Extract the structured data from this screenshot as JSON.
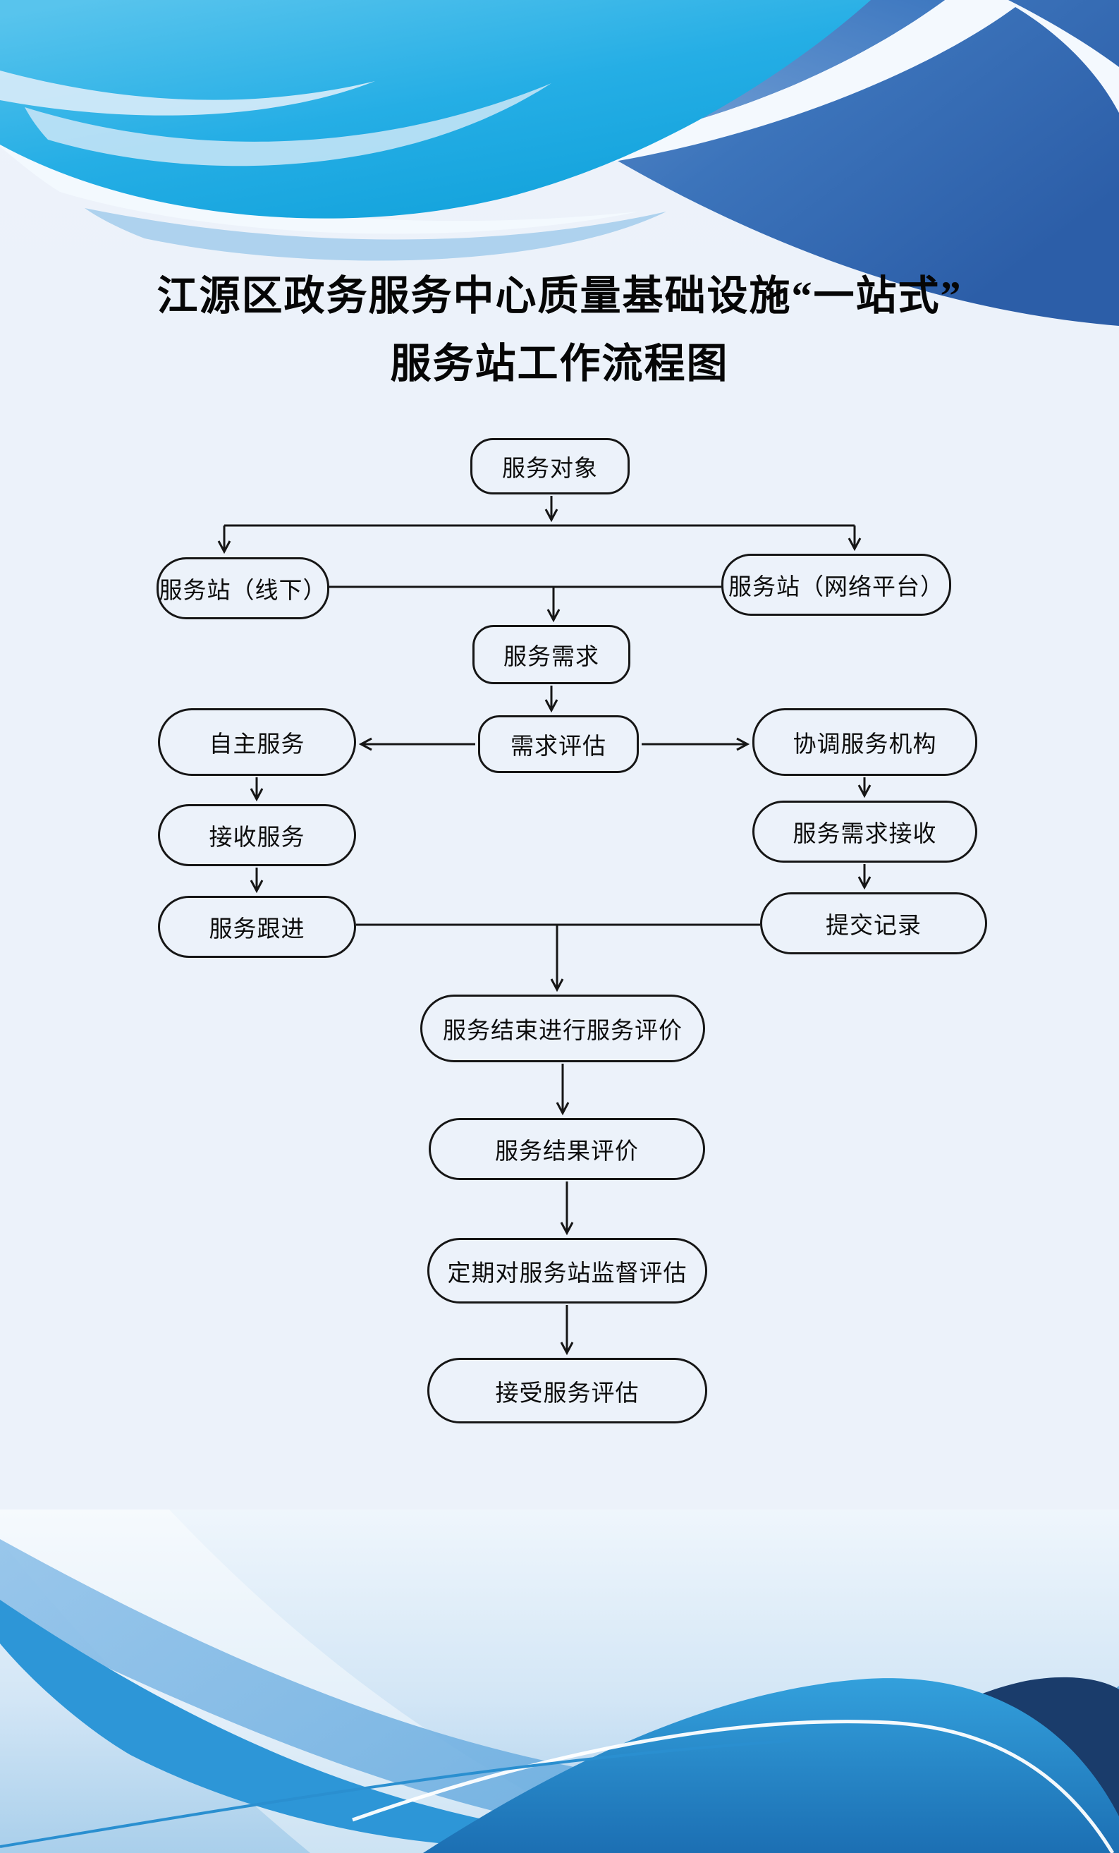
{
  "title": {
    "line1": "江源区政务服务中心质量基础设施“一站式”",
    "line2": "服务站工作流程图"
  },
  "flowchart": {
    "nodes": {
      "serviceTarget": {
        "label": "服务对象"
      },
      "stationOffline": {
        "label": "服务站（线下）"
      },
      "stationOnline": {
        "label": "服务站（网络平台）"
      },
      "serviceDemand": {
        "label": "服务需求"
      },
      "demandEvaluation": {
        "label": "需求评估"
      },
      "selfService": {
        "label": "自主服务"
      },
      "coordinateOrg": {
        "label": "协调服务机构"
      },
      "receiveService": {
        "label": "接收服务"
      },
      "demandReceive": {
        "label": "服务需求接收"
      },
      "serviceFollowup": {
        "label": "服务跟进"
      },
      "submitRecord": {
        "label": "提交记录"
      },
      "serviceEndEvaluation": {
        "label": "服务结束进行服务评价"
      },
      "serviceResultEvaluation": {
        "label": "服务结果评价"
      },
      "periodicSupervision": {
        "label": "定期对服务站监督评估"
      },
      "acceptEvaluation": {
        "label": "接受服务评估"
      }
    }
  },
  "colors": {
    "line": "#161616",
    "background": "#ecf2fa",
    "cyan": "#29b2e6",
    "mid_blue": "#3c74bb",
    "navy": "#1a3c6b",
    "white_band": "#f4f9fe"
  }
}
